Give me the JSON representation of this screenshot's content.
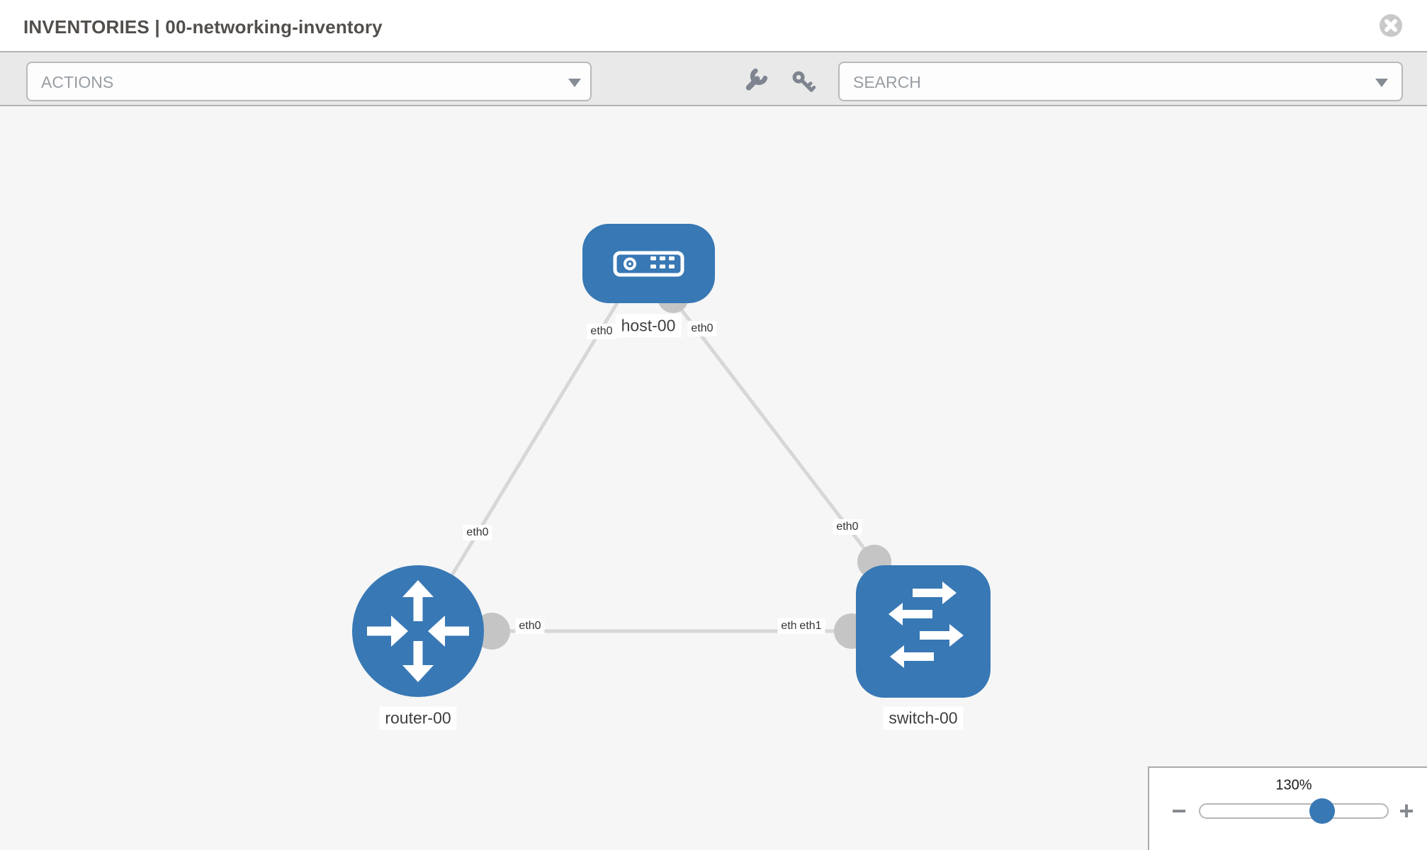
{
  "header": {
    "title": "INVENTORIES | 00-networking-inventory",
    "close_icon": "circle-x"
  },
  "toolbar": {
    "actions_label": "ACTIONS",
    "search_label": "SEARCH",
    "icons": [
      "wrench-icon",
      "key-icon",
      "chevron-down-icon"
    ]
  },
  "canvas": {
    "nodes": [
      {
        "id": "host-00",
        "label": "host-00",
        "type": "host",
        "icon": "server-icon"
      },
      {
        "id": "router-00",
        "label": "router-00",
        "type": "router",
        "icon": "router-arrows-icon"
      },
      {
        "id": "switch-00",
        "label": "switch-00",
        "type": "switch",
        "icon": "switch-arrows-icon"
      }
    ],
    "links": [
      {
        "from": "host-00",
        "to": "router-00",
        "from_interface": "eth0",
        "to_interface": "eth0"
      },
      {
        "from": "host-00",
        "to": "switch-00",
        "from_interface": "eth0",
        "to_interface": "eth0"
      },
      {
        "from": "router-00",
        "to": "switch-00",
        "from_interface": "eth0",
        "to_interface": "eth1"
      }
    ],
    "colors": {
      "node_blue": "#3878b5",
      "port_gray": "#c5c5c5",
      "link_gray": "#d7d7d7",
      "background": "#f6f6f6"
    }
  },
  "zoom_panel": {
    "level": "130%",
    "minus_label": "−",
    "plus_label": "+"
  }
}
